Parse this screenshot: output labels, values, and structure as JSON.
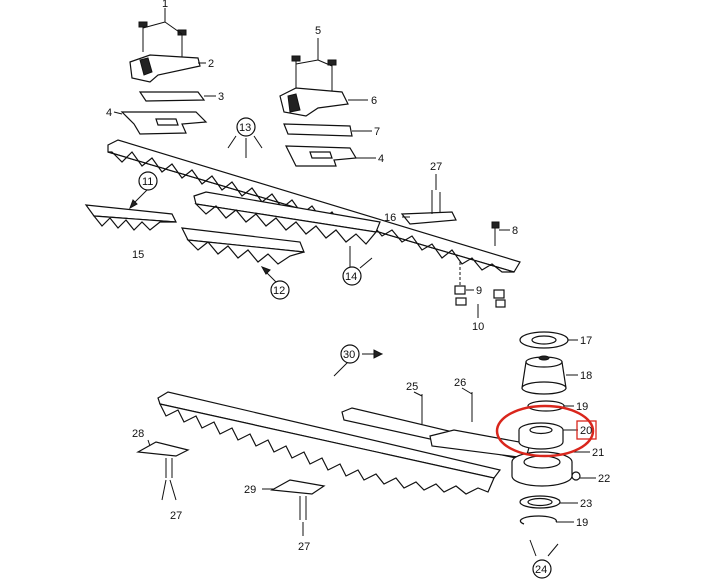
{
  "parts": {
    "p1": "1",
    "p2": "2",
    "p3": "3",
    "p4a": "4",
    "p4b": "4",
    "p5": "5",
    "p6": "6",
    "p7": "7",
    "p8": "8",
    "p9": "9",
    "p10": "10",
    "p11": "11",
    "p12": "12",
    "p13": "13",
    "p14": "14",
    "p15": "15",
    "p16": "16",
    "p17": "17",
    "p18": "18",
    "p19a": "19",
    "p19b": "19",
    "p20": "20",
    "p21": "21",
    "p22": "22",
    "p23": "23",
    "p24": "24",
    "p25": "25",
    "p26": "26",
    "p27a": "27",
    "p27b": "27",
    "p27c": "27",
    "p28": "28",
    "p29": "29",
    "p30": "30"
  },
  "highlight": {
    "part": "20",
    "color": "#d9261c"
  }
}
